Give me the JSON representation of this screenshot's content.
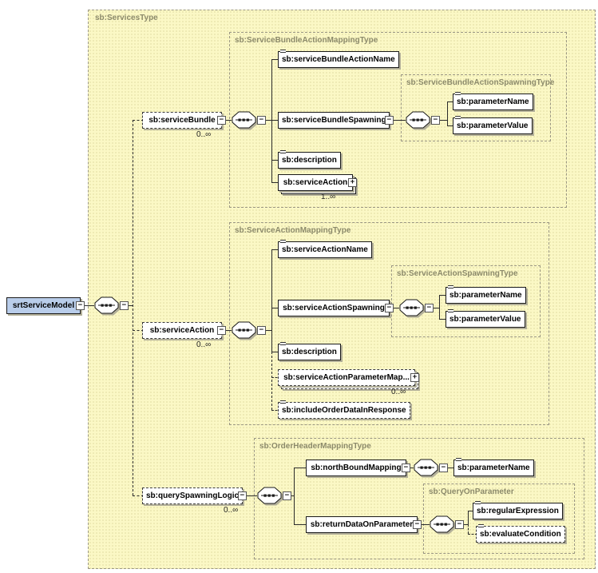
{
  "colors": {
    "container_fill": "#FBF8C5",
    "container_border": "#9B9784",
    "container_label_text": "#8C8A6B",
    "element_fill": "#FFFFFF",
    "element_border": "#1A1A1A",
    "root_element_fill": "#B9CDEA",
    "shadow": "#B2AF99"
  },
  "icons": {
    "collapse_glyph": "−",
    "expand_glyph": "+",
    "sequence_icon": "sequence-compositor",
    "annotation_icon": "annotation-mark"
  },
  "schema": {
    "root_element": {
      "label": "srtServiceModel"
    },
    "compositor": "sequence",
    "container": {
      "label": "sb:ServicesType"
    },
    "branches": [
      {
        "element": {
          "label": "sb:serviceBundle",
          "occurrence": "0..∞"
        },
        "type_container": {
          "label": "sb:ServiceBundleActionMappingType"
        },
        "children": [
          {
            "label": "sb:serviceBundleActionName"
          },
          {
            "label": "sb:serviceBundleSpawning",
            "type_container": {
              "label": "sb:ServiceBundleActionSpawningType"
            },
            "children": [
              {
                "label": "sb:parameterName"
              },
              {
                "label": "sb:parameterValue"
              }
            ]
          },
          {
            "label": "sb:description"
          },
          {
            "label": "sb:serviceAction",
            "occurrence": "1..∞"
          }
        ]
      },
      {
        "element": {
          "label": "sb:serviceAction",
          "occurrence": "0..∞"
        },
        "type_container": {
          "label": "sb:ServiceActionMappingType"
        },
        "children": [
          {
            "label": "sb:serviceActionName"
          },
          {
            "label": "sb:serviceActionSpawning",
            "type_container": {
              "label": "sb:ServiceActionSpawningType"
            },
            "children": [
              {
                "label": "sb:parameterName"
              },
              {
                "label": "sb:parameterValue"
              }
            ]
          },
          {
            "label": "sb:description"
          },
          {
            "label": "sb:serviceActionParameterMap...",
            "occurrence": "0..∞"
          },
          {
            "label": "sb:includeOrderDataInResponse"
          }
        ]
      },
      {
        "element": {
          "label": "sb:querySpawningLogic",
          "occurrence": "0..∞"
        },
        "type_container": {
          "label": "sb:OrderHeaderMappingType"
        },
        "children": [
          {
            "label": "sb:northBoundMapping",
            "children": [
              {
                "label": "sb:parameterName"
              }
            ]
          },
          {
            "label": "sb:returnDataOnParameter",
            "type_container": {
              "label": "sb:QueryOnParameter"
            },
            "children": [
              {
                "label": "sb:regularExpression"
              },
              {
                "label": "sb:evaluateCondition"
              }
            ]
          }
        ]
      }
    ]
  }
}
